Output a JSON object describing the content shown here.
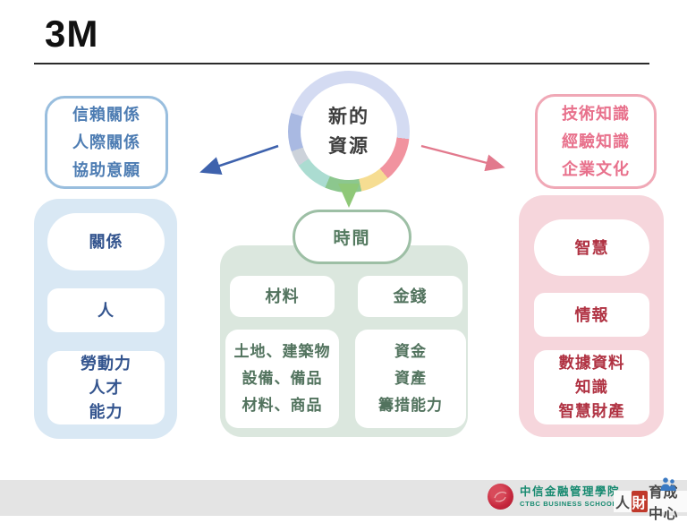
{
  "title": "3M",
  "center_circle": {
    "label": [
      "新的",
      "資源"
    ],
    "segments": [
      {
        "name": "lavender",
        "color": "#d4dbf2"
      },
      {
        "name": "pink",
        "color": "#f1939f"
      },
      {
        "name": "yellow",
        "color": "#f6dd92"
      },
      {
        "name": "green",
        "color": "#8cc78e"
      },
      {
        "name": "teal",
        "color": "#abdcd1"
      },
      {
        "name": "gray",
        "color": "#ccd2da"
      },
      {
        "name": "periwinkle",
        "color": "#a9b9e2"
      }
    ]
  },
  "left_branch": {
    "callout": {
      "lines": [
        "信賴關係",
        "人際關係",
        "協助意願"
      ]
    },
    "cards": {
      "relation": "關係",
      "person": "人",
      "labor_lines": [
        "勞動力",
        "人才",
        "能力"
      ]
    }
  },
  "center_branch": {
    "header": "時間",
    "material": "材料",
    "money": "金錢",
    "material_detail_lines": [
      "土地、建築物",
      "設備、備品",
      "材料、商品"
    ],
    "money_detail_lines": [
      "資金",
      "資產",
      "籌措能力"
    ]
  },
  "right_branch": {
    "callout": {
      "lines": [
        "技術知識",
        "經驗知識",
        "企業文化"
      ]
    },
    "cards": {
      "wisdom": "智慧",
      "information": "情報",
      "data_lines": [
        "數據資料",
        "知識",
        "智慧財產"
      ]
    }
  },
  "footer": {
    "school_name_zh": "中信金融管理學院",
    "school_name_en": "CTBC BUSINESS SCHOOL",
    "brand_prefix": "人",
    "brand_highlight": "財",
    "brand_suffix": "育成中心"
  },
  "colors": {
    "left_text": "#4e7db3",
    "left_dark_text": "#33548e",
    "left_panel": "#d9e8f4",
    "left_border": "#99bede",
    "center_dark_text": "#52735e",
    "center_panel": "#dbe7de",
    "center_border": "#9dbfa5",
    "right_text": "#e8718c",
    "right_dark_text": "#b03343",
    "right_panel": "#f6d6dc",
    "right_border": "#f0a8b6",
    "arrow_blue": "#3e62ad",
    "arrow_green": "#8fc878",
    "arrow_pink": "#e2798d",
    "footer_bar": "#e4e4e4",
    "logo_red": "#c5273d",
    "school_green": "#178a70",
    "highlight_red": "#c0392b"
  }
}
